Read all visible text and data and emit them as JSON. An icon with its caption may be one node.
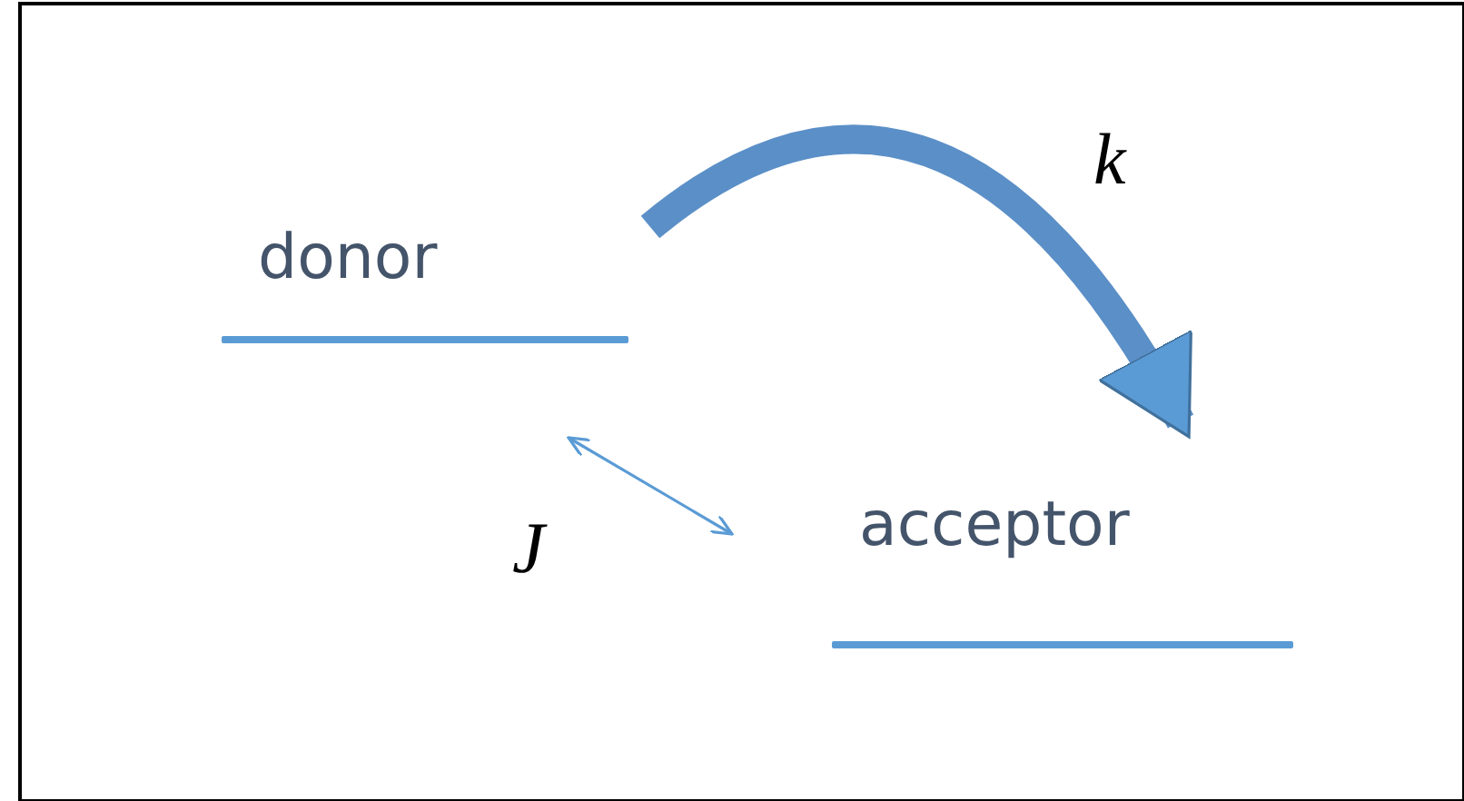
{
  "diagram": {
    "nodes": [
      {
        "text": [
          "donor"
        ]
      },
      {
        "text": [
          "acceptor"
        ]
      }
    ],
    "edges": [
      {
        "from": 0,
        "to": 1,
        "arrow": "to",
        "label": "k",
        "style": "thick"
      },
      {
        "from": 0,
        "to": 1,
        "arrow": "both",
        "label": "J"
      }
    ]
  }
}
